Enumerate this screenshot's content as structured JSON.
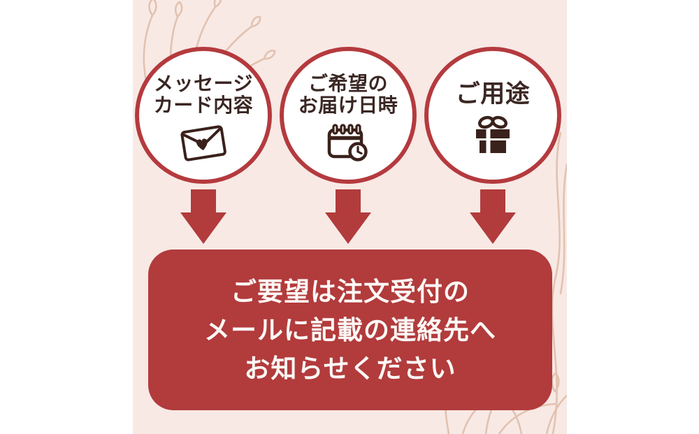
{
  "page": {
    "kind": "gift-order-instruction-infographic",
    "canvas_background": "#ffffff",
    "panel_background": "#f8e9e5"
  },
  "colors": {
    "accent_red": "#b23b3c",
    "circle_border_red": "#b43a3e",
    "dark_brown_text": "#3a2723",
    "icon_dark_brown": "#3a211b",
    "notice_text": "#fbf8f5",
    "decor_line": "#e2c2b0"
  },
  "steps": [
    {
      "icon": "envelope-heart-icon",
      "label_lines": [
        "メッセージ",
        "カード内容"
      ]
    },
    {
      "icon": "calendar-clock-icon",
      "label_lines": [
        "ご希望の",
        "お届け日時"
      ]
    },
    {
      "icon": "gift-icon",
      "label_lines": [
        "ご用途"
      ]
    }
  ],
  "notice": {
    "lines": [
      "ご要望は注文受付の",
      "メールに記載の連絡先へ",
      "お知らせください"
    ]
  }
}
